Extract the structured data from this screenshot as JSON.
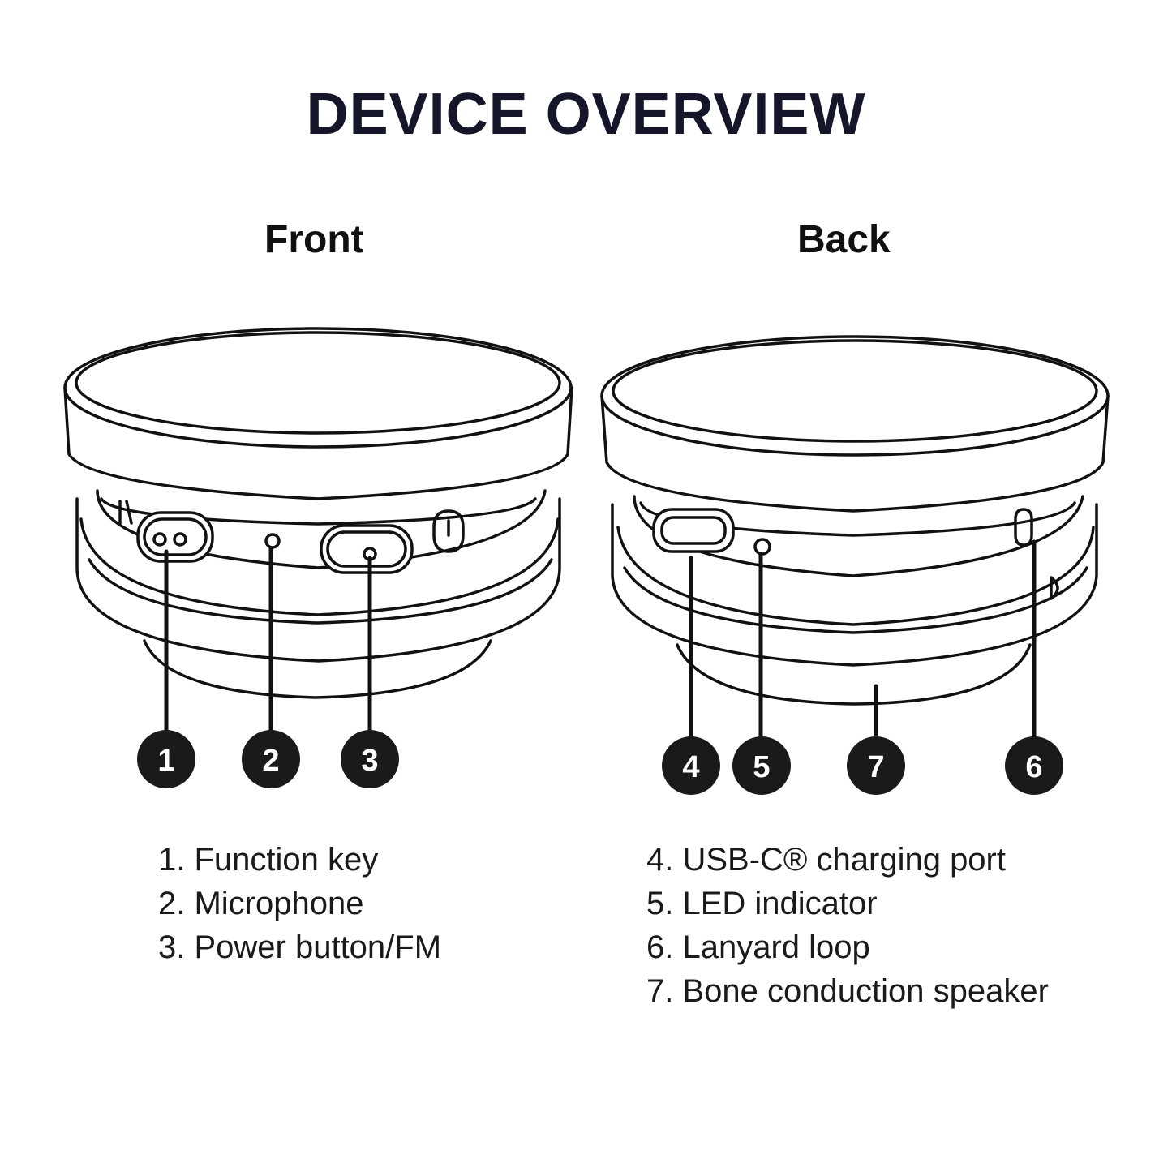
{
  "title": "DEVICE OVERVIEW",
  "views": {
    "front": {
      "title": "Front"
    },
    "back": {
      "title": "Back"
    }
  },
  "callouts": [
    {
      "number": "1",
      "label": "Function key"
    },
    {
      "number": "2",
      "label": "Microphone"
    },
    {
      "number": "3",
      "label": "Power button/FM"
    },
    {
      "number": "4",
      "label": "USB-C® charging port"
    },
    {
      "number": "5",
      "label": "LED indicator"
    },
    {
      "number": "6",
      "label": "Lanyard loop"
    },
    {
      "number": "7",
      "label": "Bone conduction speaker"
    }
  ],
  "legend": {
    "front": [
      "1. Function key",
      "2. Microphone",
      "3. Power button/FM"
    ],
    "back": [
      "4. USB-C® charging port",
      "5. LED indicator",
      "6. Lanyard loop",
      "7. Bone conduction speaker"
    ]
  },
  "colors": {
    "ink": "#111111",
    "title": "#15162a",
    "badge": "#1a1a1a",
    "background": "#ffffff"
  }
}
